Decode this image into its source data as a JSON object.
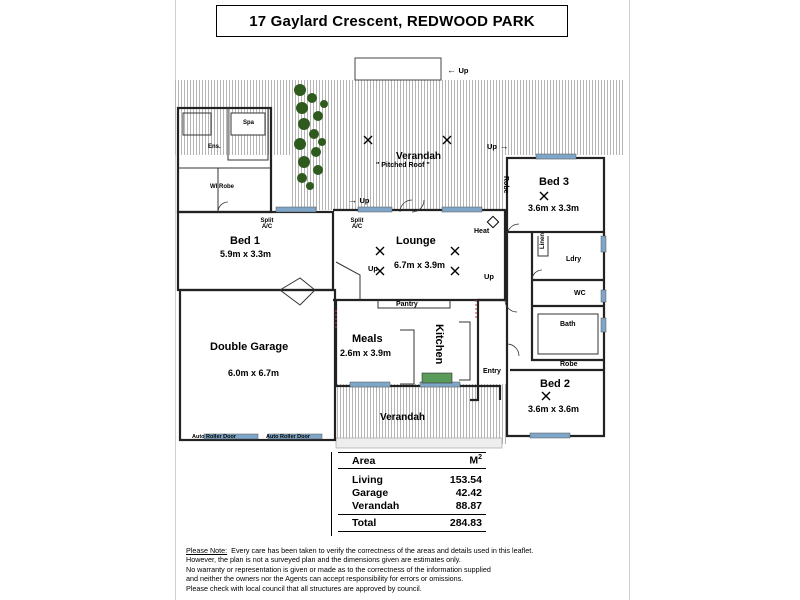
{
  "title": "17 Gaylard Crescent, REDWOOD PARK",
  "rooms": {
    "bed1": {
      "name": "Bed 1",
      "dims": "5.9m x 3.3m"
    },
    "lounge": {
      "name": "Lounge",
      "dims": "6.7m x 3.9m"
    },
    "bed3": {
      "name": "Bed 3",
      "dims": "3.6m x 3.3m"
    },
    "double_garage": {
      "name": "Double Garage",
      "dims": "6.0m x 6.7m"
    },
    "meals": {
      "name": "Meals",
      "dims": "2.6m x 3.9m"
    },
    "kitchen": {
      "name": "Kitchen"
    },
    "bed2": {
      "name": "Bed 2",
      "dims": "3.6m x 3.6m"
    },
    "verandah_top": {
      "name": "Verandah",
      "note": "\" Pitched Roof \""
    },
    "verandah_bottom": {
      "name": "Verandah"
    }
  },
  "labels": {
    "spa": "Spa",
    "ens": "Ens.",
    "wi_robe": "WI Robe",
    "split_ac_1": "Split A/C",
    "split_ac_2": "Split A/C",
    "heat": "Heat",
    "robe_bed3": "Robe",
    "linen": "Linen",
    "ldry": "Ldry",
    "wc": "WC",
    "bath": "Bath",
    "robe_bed2": "Robe",
    "pantry": "Pantry",
    "entry": "Entry",
    "auto_roller_door_1": "Auto Roller Door",
    "auto_roller_door_2": "Auto Roller Door",
    "up": "Up"
  },
  "area_table": {
    "header_label": "Area",
    "header_unit": "M",
    "header_sup": "2",
    "rows": [
      {
        "label": "Living",
        "value": "153.54"
      },
      {
        "label": "Garage",
        "value": "42.42"
      },
      {
        "label": "Verandah",
        "value": "88.87"
      }
    ],
    "total_label": "Total",
    "total_value": "284.83"
  },
  "note": {
    "heading": "Please Note:",
    "lines": [
      "Every care has been taken to verify the correctness of the areas and details used in this leaflet.",
      "However, the plan is not a surveyed plan and the dimensions given are estimates only.",
      "No warranty or representation is given or made as to the correctness of the information supplied",
      "and neither the owners nor the Agents can accept responsibility for errors or omissions.",
      "Please check with local council that all structures are approved by council."
    ]
  },
  "colors": {
    "verandah_hatch": "#c9c9c9",
    "garden_green": "#2f5a1e",
    "window_blue": "#7fa6c9",
    "kitchen_green": "#5a9a5a"
  }
}
